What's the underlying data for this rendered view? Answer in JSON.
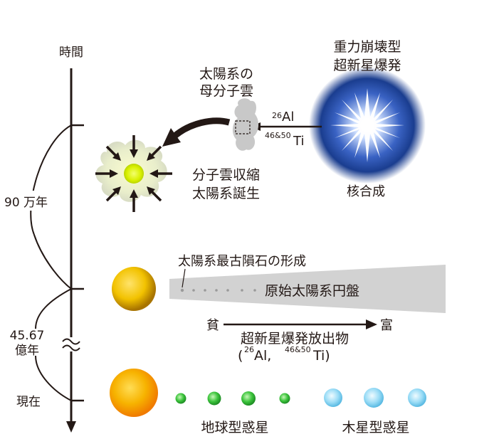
{
  "timeline": {
    "label": "時間",
    "interval_1": "90 万年",
    "interval_2_value": "45.67",
    "interval_2_unit": "億年",
    "present": "現在"
  },
  "supernova": {
    "title_line1": "重力崩壊型",
    "title_line2": "超新星爆発",
    "nucleosynthesis": "核合成",
    "isotope_al_mass": "26",
    "isotope_al": "Al",
    "isotope_ti_mass": "46&50",
    "isotope_ti": "Ti"
  },
  "parent_cloud": {
    "line1": "太陽系の",
    "line2": "母分子雲"
  },
  "collapse": {
    "line1": "分子雲収縮",
    "line2": "太陽系誕生"
  },
  "disk": {
    "oldest_meteorite": "太陽系最古隕石の形成",
    "label": "原始太陽系円盤",
    "poor": "貧",
    "rich": "富",
    "ejecta_label": "超新星爆発放出物",
    "ejecta_isotopes_open": "(",
    "ejecta_isotopes_al": "Al, ",
    "ejecta_isotopes_ti": "Ti)",
    "ejecta_al_mass": "26",
    "ejecta_ti_mass": "46&50"
  },
  "planets": {
    "terrestrial": "地球型惑星",
    "jovian": "木星型惑星"
  },
  "colors": {
    "ink": "#231815",
    "supernova_blue": "#1a3d8f",
    "sun_yellow": "#f2c200",
    "terrestrial_green": "#3cc43c",
    "jovian_blue": "#7fd4f2",
    "cloud_gray": "#c8c8c8"
  }
}
